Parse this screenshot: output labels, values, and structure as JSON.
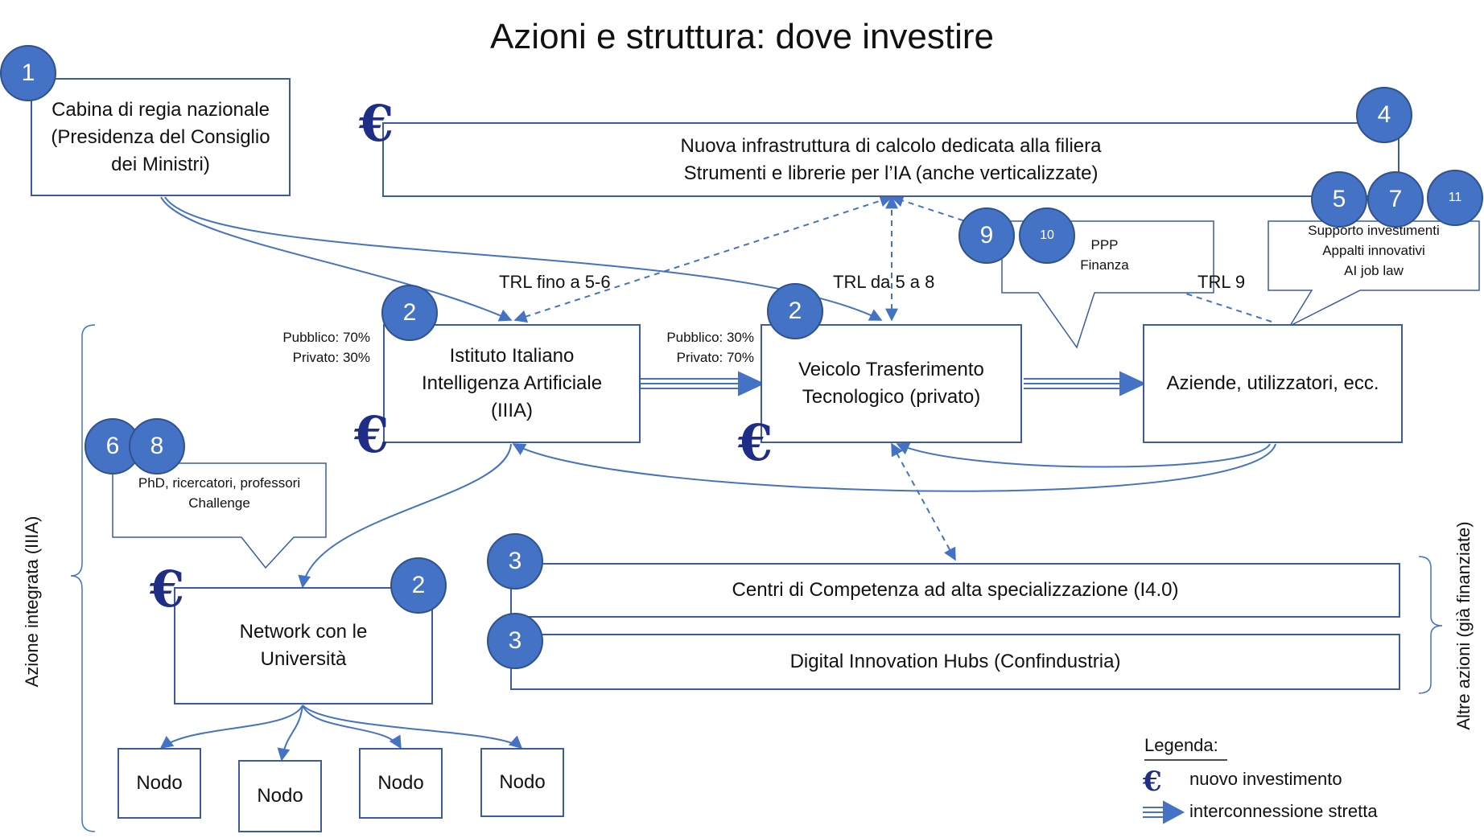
{
  "title": "Azioni e struttura: dove investire",
  "boxes": {
    "cabina": "Cabina di regia nazionale\n(Presidenza del Consiglio\ndei Ministri)",
    "infra": "Nuova infrastruttura di calcolo dedicata alla filiera\nStrumenti e librerie per l’IA (anche verticalizzate)",
    "iiia": "Istituto Italiano\nIntelligenza Artificiale\n(IIIA)",
    "veicolo": "Veicolo Trasferimento\nTecnologico (privato)",
    "aziende": "Aziende, utilizzatori, ecc.",
    "network": "Network con le\nUniversità",
    "centri": "Centri di Competenza ad alta specializzazione (I4.0)",
    "dih": "Digital Innovation Hubs (Confindustria)",
    "nodes": [
      "Nodo",
      "Nodo",
      "Nodo",
      "Nodo"
    ]
  },
  "callouts": {
    "phd": "PhD, ricercatori, professori\nChallenge",
    "ppp": "PPP\nFinanza",
    "supporto": "Supporto investimenti\nAppalti innovativi\nAI job law"
  },
  "labels": {
    "trl1": "TRL fino a 5-6",
    "trl2": "TRL da 5 a 8",
    "trl3": "TRL 9",
    "split1": "Pubblico: 70%\nPrivato: 30%",
    "split2": "Pubblico: 30%\nPrivato: 70%",
    "side_left": "Azione integrata (IIIA)",
    "side_right": "Altre azioni (già finanziate)"
  },
  "badges": [
    "1",
    "4",
    "5",
    "7",
    "11",
    "9",
    "10",
    "2",
    "2",
    "6",
    "8",
    "2",
    "3",
    "3"
  ],
  "legend": {
    "title": "Legenda:",
    "item1": "nuovo investimento",
    "item2": "interconnessione stretta"
  },
  "euro_symbol": "€",
  "colors": {
    "accent": "#4472c4",
    "line": "#3b5ba5",
    "euro": "#1f2d86"
  }
}
